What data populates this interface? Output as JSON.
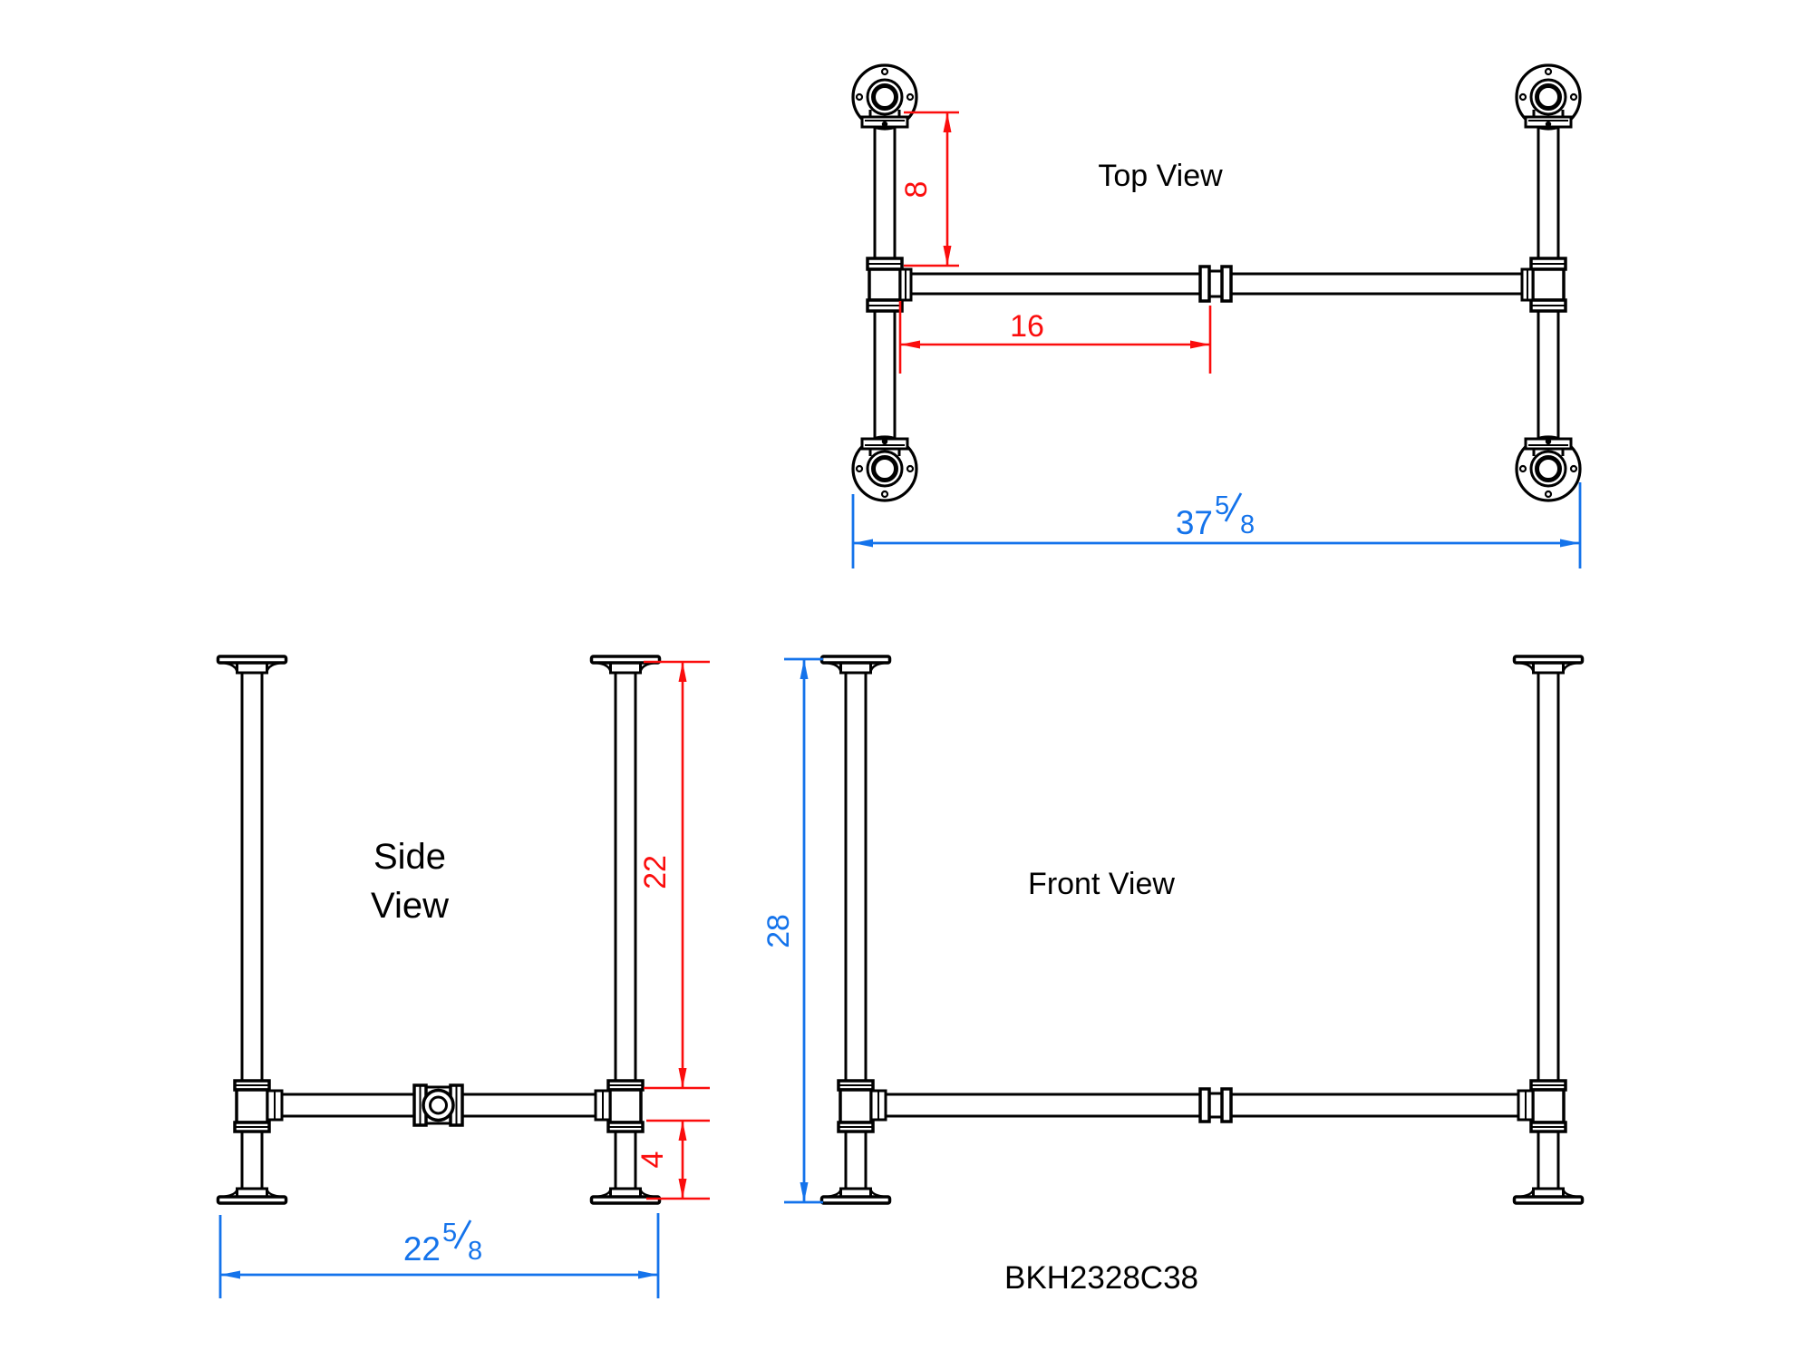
{
  "drawing": {
    "part_number": "BKH2328C38",
    "views": {
      "top": {
        "label": "Top View"
      },
      "side": {
        "label_line1": "Side",
        "label_line2": "View"
      },
      "front": {
        "label": "Front View"
      }
    },
    "dimensions": {
      "flange_to_rail_depth": "8",
      "tee_to_coupling_span": "16",
      "overall_width": {
        "whole": "37",
        "numerator": "5",
        "denominator": "8"
      },
      "flange_to_rail_height": "22",
      "rail_to_floor": "4",
      "overall_depth": {
        "whole": "22",
        "numerator": "5",
        "denominator": "8"
      },
      "overall_height": "28"
    },
    "colors": {
      "line_black": "#000000",
      "dimension_red": "#fb0d0d",
      "dimension_blue": "#1473eb",
      "background": "#ffffff"
    }
  }
}
